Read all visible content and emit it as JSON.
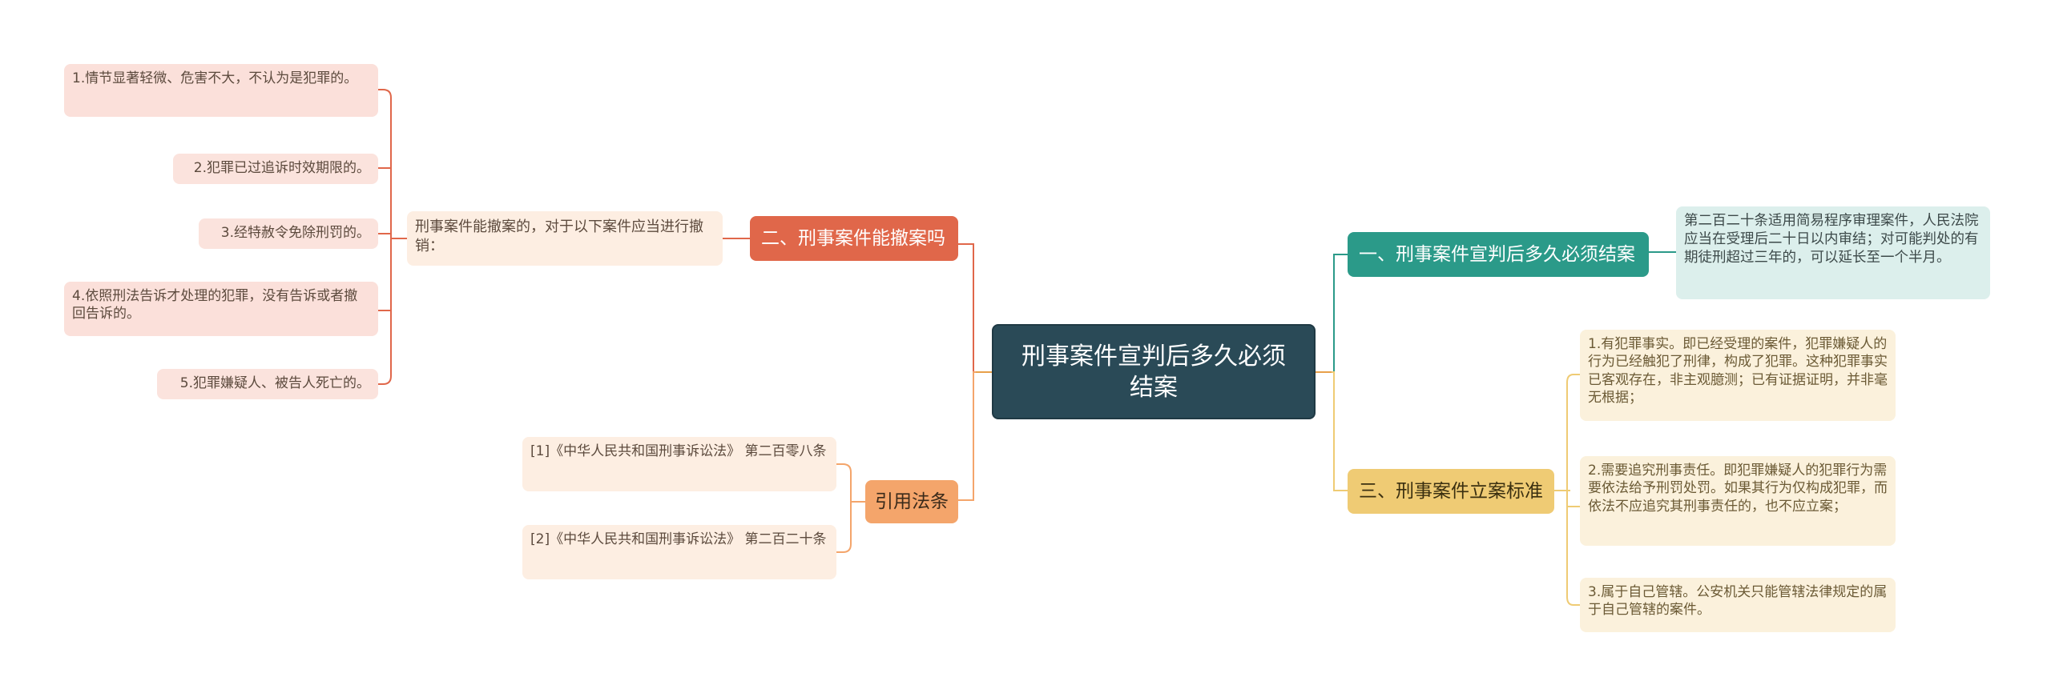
{
  "root": {
    "title": "刑事案件宣判后多久必须结案"
  },
  "branches": {
    "b1": {
      "label": "二、刑事案件能撤案吗",
      "intro": "刑事案件能撤案的，对于以下案件应当进行撤销：",
      "items": [
        "1.情节显著轻微、危害不大，不认为是犯罪的。",
        "2.犯罪已过追诉时效期限的。",
        "3.经特赦令免除刑罚的。",
        "4.依照刑法告诉才处理的犯罪，没有告诉或者撤回告诉的。",
        "5.犯罪嫌疑人、被告人死亡的。"
      ]
    },
    "b2": {
      "label": "引用法条",
      "items": [
        "[1]《中华人民共和国刑事诉讼法》 第二百零八条",
        "[2]《中华人民共和国刑事诉讼法》 第二百二十条"
      ]
    },
    "b3": {
      "label": "一、刑事案件宣判后多久必须结案",
      "items": [
        "第二百二十条适用简易程序审理案件，人民法院应当在受理后二十日以内审结；对可能判处的有期徒刑超过三年的，可以延长至一个半月。"
      ]
    },
    "b4": {
      "label": "三、刑事案件立案标准",
      "items": [
        "1.有犯罪事实。即已经受理的案件，犯罪嫌疑人的行为已经触犯了刑律，构成了犯罪。这种犯罪事实已客观存在，非主观臆测；已有证据证明，并非毫无根据；",
        "2.需要追究刑事责任。即犯罪嫌疑人的犯罪行为需要依法给予刑罚处罚。如果其行为仅构成犯罪，而依法不应追究其刑事责任的，也不应立案；",
        "3.属于自己管辖。公安机关只能管辖法律规定的属于自己管辖的案件。"
      ]
    }
  },
  "colors": {
    "root": "#2a4a57",
    "branch1": "#e0674a",
    "branch2": "#f4a56b",
    "branch3": "#2b9a89",
    "branch4": "#efcb74"
  }
}
